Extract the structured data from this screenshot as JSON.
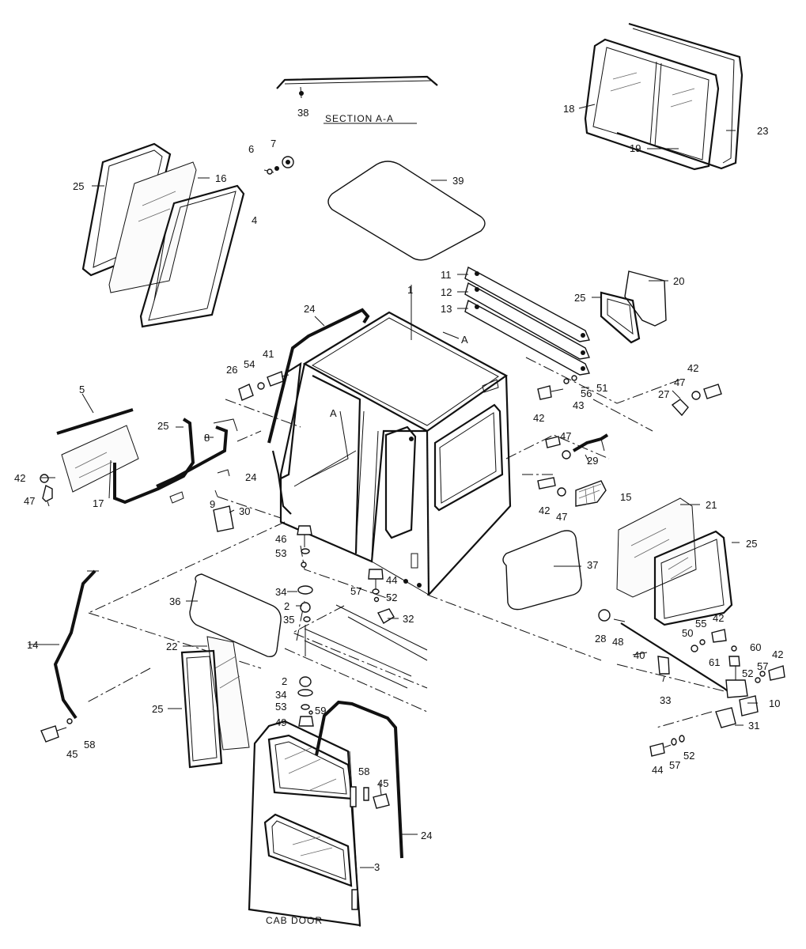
{
  "diagram": {
    "captions": {
      "section": "SECTION A-A",
      "door": "CAB DOOR"
    },
    "labels": [
      {
        "id": "38",
        "text": "38"
      },
      {
        "id": "18",
        "text": "18"
      },
      {
        "id": "23",
        "text": "23"
      },
      {
        "id": "19",
        "text": "19"
      },
      {
        "id": "7",
        "text": "7"
      },
      {
        "id": "6",
        "text": "6"
      },
      {
        "id": "25a",
        "text": "25"
      },
      {
        "id": "16",
        "text": "16"
      },
      {
        "id": "4",
        "text": "4"
      },
      {
        "id": "39",
        "text": "39"
      },
      {
        "id": "11",
        "text": "11"
      },
      {
        "id": "12",
        "text": "12"
      },
      {
        "id": "13",
        "text": "13"
      },
      {
        "id": "1",
        "text": "1"
      },
      {
        "id": "20",
        "text": "20"
      },
      {
        "id": "25b",
        "text": "25"
      },
      {
        "id": "24a",
        "text": "24"
      },
      {
        "id": "A1",
        "text": "A"
      },
      {
        "id": "26",
        "text": "26"
      },
      {
        "id": "54",
        "text": "54"
      },
      {
        "id": "41",
        "text": "41"
      },
      {
        "id": "5",
        "text": "5"
      },
      {
        "id": "A2",
        "text": "A"
      },
      {
        "id": "56",
        "text": "56"
      },
      {
        "id": "51",
        "text": "51"
      },
      {
        "id": "43",
        "text": "43"
      },
      {
        "id": "42a",
        "text": "42"
      },
      {
        "id": "47a",
        "text": "47"
      },
      {
        "id": "27",
        "text": "27"
      },
      {
        "id": "25c",
        "text": "25"
      },
      {
        "id": "8",
        "text": "8"
      },
      {
        "id": "42b",
        "text": "42"
      },
      {
        "id": "47b",
        "text": "47"
      },
      {
        "id": "29",
        "text": "29"
      },
      {
        "id": "42c",
        "text": "42"
      },
      {
        "id": "47c",
        "text": "47"
      },
      {
        "id": "24b",
        "text": "24"
      },
      {
        "id": "17",
        "text": "17"
      },
      {
        "id": "9",
        "text": "9"
      },
      {
        "id": "30",
        "text": "30"
      },
      {
        "id": "42d",
        "text": "42"
      },
      {
        "id": "47d",
        "text": "47"
      },
      {
        "id": "15",
        "text": "15"
      },
      {
        "id": "21",
        "text": "21"
      },
      {
        "id": "25d",
        "text": "25"
      },
      {
        "id": "46",
        "text": "46"
      },
      {
        "id": "53a",
        "text": "53"
      },
      {
        "id": "37",
        "text": "37"
      },
      {
        "id": "44a",
        "text": "44"
      },
      {
        "id": "57a",
        "text": "57"
      },
      {
        "id": "52a",
        "text": "52"
      },
      {
        "id": "34a",
        "text": "34"
      },
      {
        "id": "2a",
        "text": "2"
      },
      {
        "id": "35",
        "text": "35"
      },
      {
        "id": "36",
        "text": "36"
      },
      {
        "id": "32",
        "text": "32"
      },
      {
        "id": "28",
        "text": "28"
      },
      {
        "id": "48",
        "text": "48"
      },
      {
        "id": "40",
        "text": "40"
      },
      {
        "id": "50",
        "text": "50"
      },
      {
        "id": "55",
        "text": "55"
      },
      {
        "id": "42e",
        "text": "42"
      },
      {
        "id": "60",
        "text": "60"
      },
      {
        "id": "61",
        "text": "61"
      },
      {
        "id": "42f",
        "text": "42"
      },
      {
        "id": "52b",
        "text": "52"
      },
      {
        "id": "57b",
        "text": "57"
      },
      {
        "id": "14",
        "text": "14"
      },
      {
        "id": "22",
        "text": "22"
      },
      {
        "id": "33",
        "text": "33"
      },
      {
        "id": "10",
        "text": "10"
      },
      {
        "id": "2b",
        "text": "2"
      },
      {
        "id": "34b",
        "text": "34"
      },
      {
        "id": "53b",
        "text": "53"
      },
      {
        "id": "59",
        "text": "59"
      },
      {
        "id": "49",
        "text": "49"
      },
      {
        "id": "31",
        "text": "31"
      },
      {
        "id": "25e",
        "text": "25"
      },
      {
        "id": "45a",
        "text": "45"
      },
      {
        "id": "58a",
        "text": "58"
      },
      {
        "id": "44b",
        "text": "44"
      },
      {
        "id": "57c",
        "text": "57"
      },
      {
        "id": "52c",
        "text": "52"
      },
      {
        "id": "58b",
        "text": "58"
      },
      {
        "id": "45b",
        "text": "45"
      },
      {
        "id": "24c",
        "text": "24"
      },
      {
        "id": "3",
        "text": "3"
      }
    ]
  }
}
